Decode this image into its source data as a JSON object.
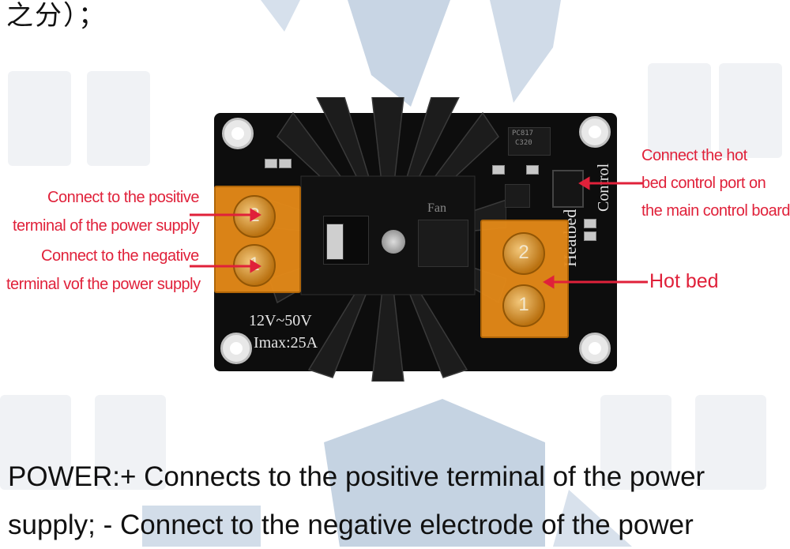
{
  "header": {
    "partial_text": "之分）；"
  },
  "board": {
    "fan_label": "Fan",
    "voltage_label": "12V~50V",
    "current_label": "Imax:25A",
    "heatbed_label": "Heatbed",
    "control_label": "Control",
    "terminal_numbers": [
      "2",
      "1",
      "2",
      "1"
    ],
    "chip_code_a": "PC817",
    "chip_code_b": "C320"
  },
  "annotations": {
    "left": [
      "Connect to the positive",
      "terminal of the power supply",
      "Connect to the negative",
      "terminal vof the power supply"
    ],
    "right": [
      "Connect the hot",
      "bed control port on",
      "the main control board"
    ],
    "hot_bed": "Hot bed"
  },
  "description": {
    "line1": "POWER:+ Connects to the positive terminal of the power",
    "line2": "supply; - Connect to the negative electrode of the power"
  },
  "colors": {
    "annotation": "#e0213a",
    "terminal": "#e58a18",
    "watermark": "#c5d3e2"
  }
}
